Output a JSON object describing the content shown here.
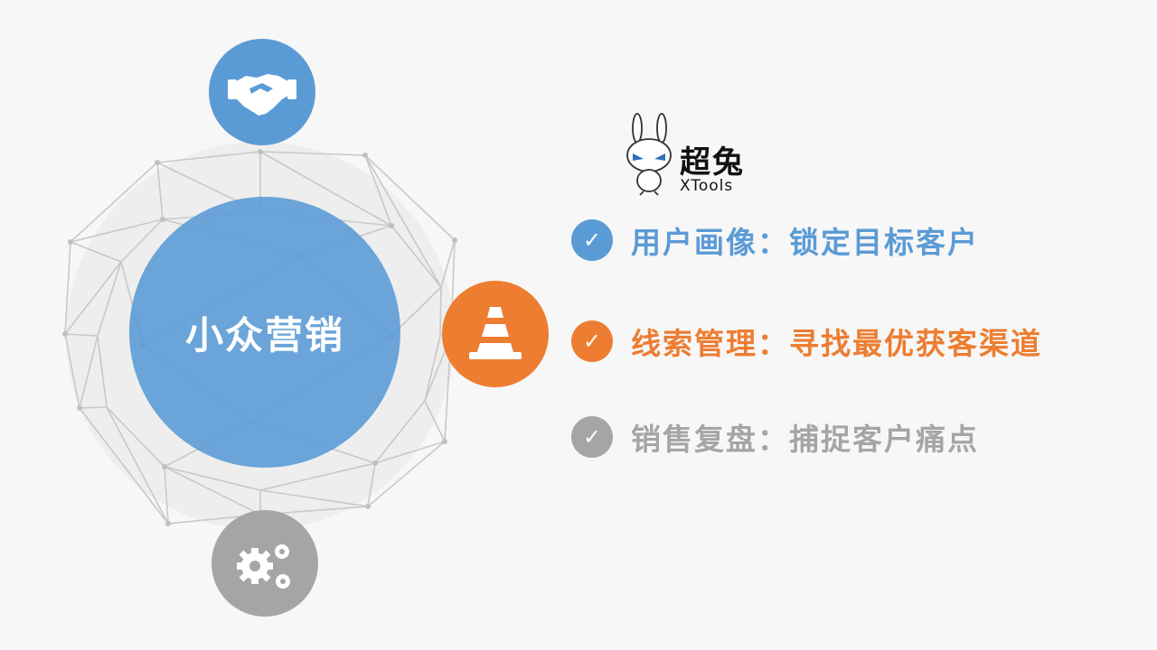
{
  "colors": {
    "blue": "#5b9bd5",
    "orange": "#ed7d31",
    "gray": "#a5a5a5",
    "mesh": "#c8c8c8",
    "halo": "#eeeeee"
  },
  "center": {
    "label": "小众营销"
  },
  "icons": {
    "top": "handshake-icon",
    "right": "traffic-cone-icon",
    "bottom": "gears-icon"
  },
  "logo": {
    "title": "超兔",
    "subtitle": "XTools",
    "icon": "rabbit-mascot-icon"
  },
  "items": [
    {
      "text": "用户画像：锁定目标客户",
      "color": "#5b9bd5",
      "icon": "check-icon",
      "check": "✓"
    },
    {
      "text": "线索管理：寻找最优获客渠道",
      "color": "#ed7d31",
      "icon": "check-icon",
      "check": "✓"
    },
    {
      "text": "销售复盘：捕捉客户痛点",
      "color": "#a5a5a5",
      "icon": "check-icon",
      "check": "✓"
    }
  ]
}
